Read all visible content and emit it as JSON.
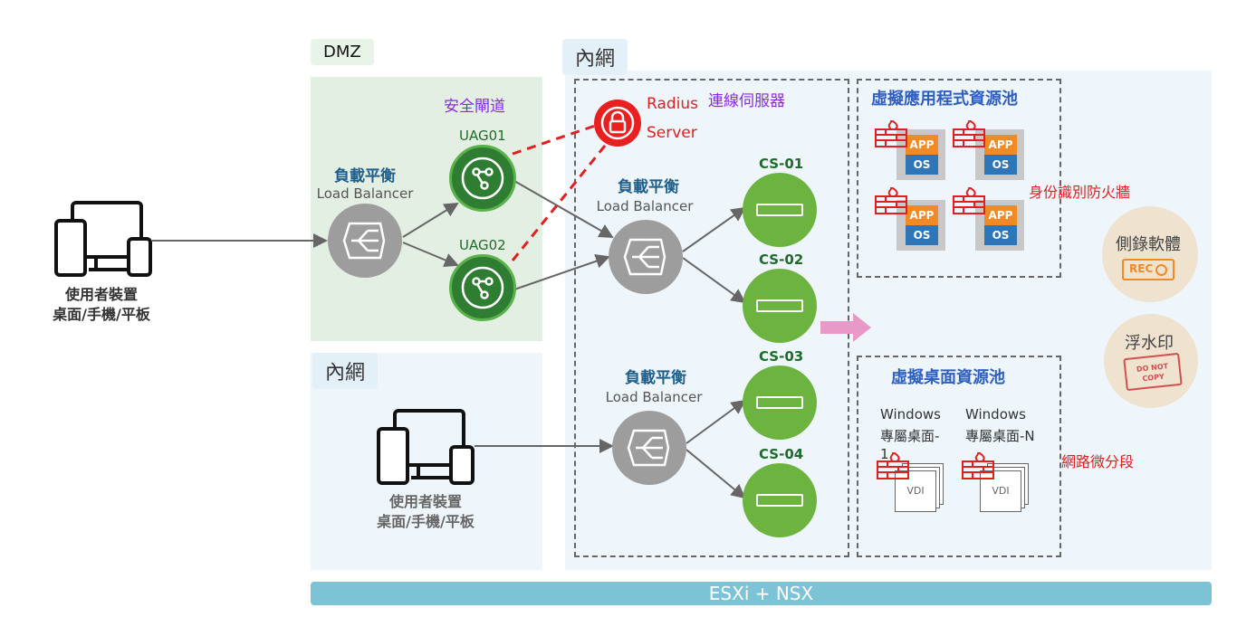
{
  "zones": {
    "dmz": "DMZ",
    "intranet_top": "內網",
    "intranet_bottom": "內網"
  },
  "devices": {
    "top_line1": "使用者裝置",
    "top_line2": "桌面/手機/平板",
    "bottom_line1": "使用者裝置",
    "bottom_line2": "桌面/手機/平板"
  },
  "lb": {
    "cn": "負載平衡",
    "en": "Load Balancer"
  },
  "gateway": {
    "title": "安全閘道",
    "uag1": "UAG01",
    "uag2": "UAG02"
  },
  "radius": {
    "line1": "Radius",
    "line2": "Server"
  },
  "cs": {
    "group_title": "連線伺服器",
    "s1": "CS-01",
    "s2": "CS-02",
    "s3": "CS-03",
    "s4": "CS-04"
  },
  "app_pool": {
    "title": "虛擬應用程式資源池",
    "app": "APP",
    "os": "OS",
    "firewall_label": "身份識別防火牆"
  },
  "desktop_pool": {
    "title": "虛擬桌面資源池",
    "w1_line1": "Windows",
    "w1_line2": "專屬桌面-",
    "w1_line3": "1",
    "w2_line1": "Windows",
    "w2_line2": "專屬桌面-N",
    "vdi": "VDI",
    "segment_label": "網路微分段"
  },
  "addons": {
    "recording": "側錄軟體",
    "rec_badge": "REC",
    "watermark": "浮水印",
    "stamp_line1": "DO NOT",
    "stamp_line2": "COPY"
  },
  "platform": "ESXi + NSX",
  "colors": {
    "dmz_bg": "#e2efe2",
    "intranet_bg": "#eef6fb",
    "accent_red": "#e02020",
    "server_green": "#6db33f",
    "uag_green": "#2e7d32",
    "lb_gray": "#9d9d9d",
    "bar_blue": "#7cc3d6"
  },
  "icons": [
    "device-icon",
    "load-balancer-icon",
    "uag-icon",
    "lock-icon",
    "server-icon",
    "firewall-icon",
    "app-os-icon",
    "vdi-icon",
    "rec-icon",
    "stamp-icon",
    "arrow-icon"
  ]
}
